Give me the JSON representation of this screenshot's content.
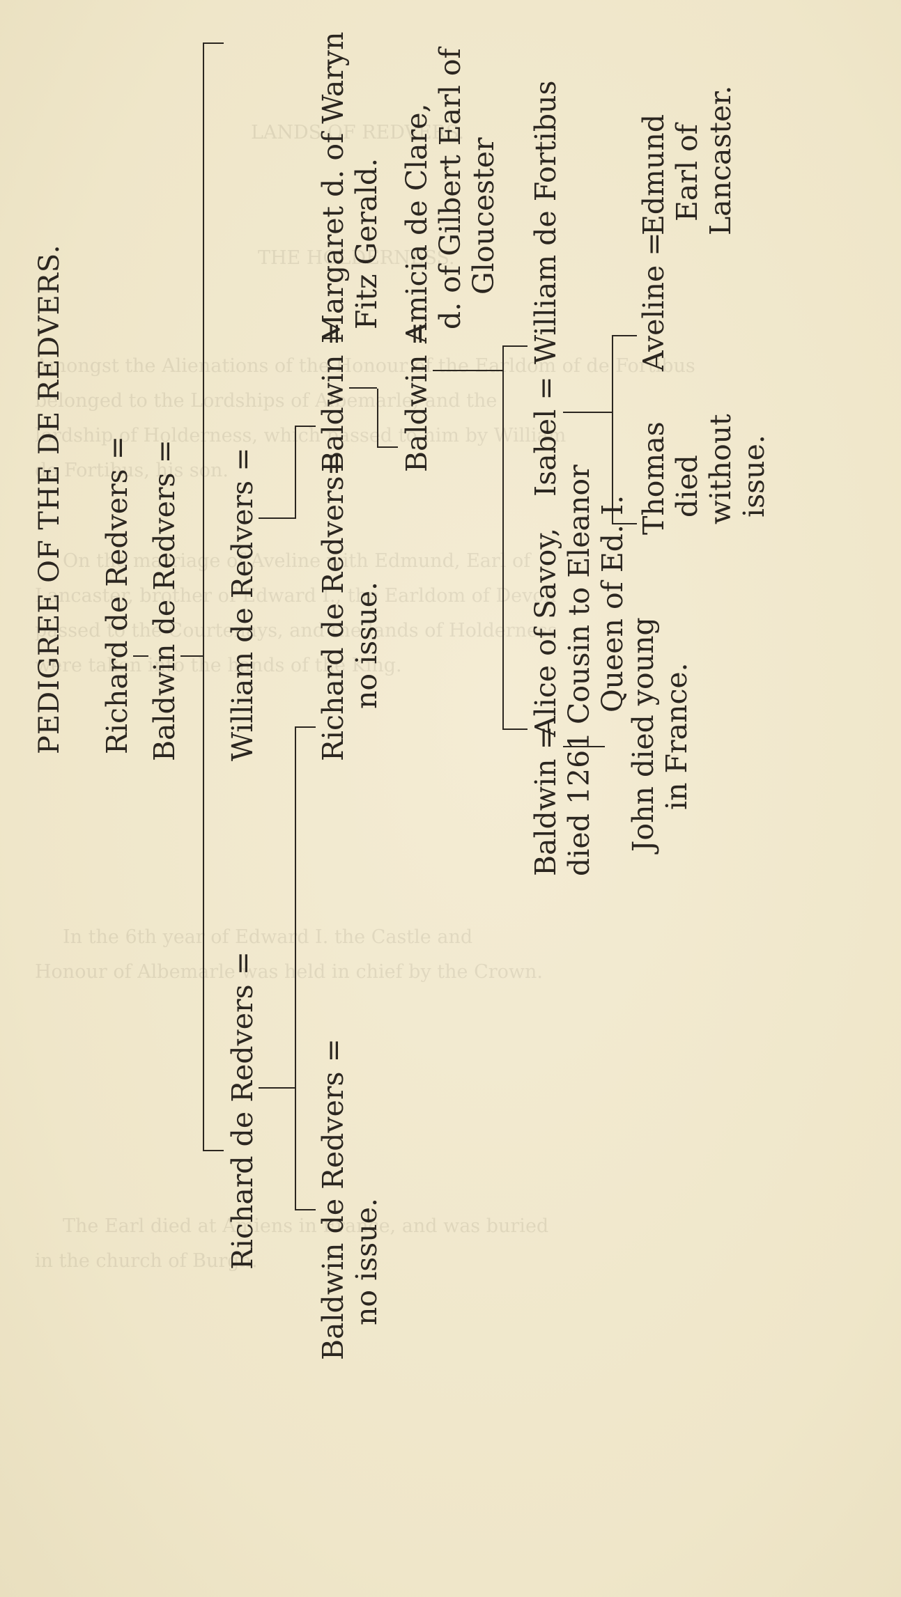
{
  "page": {
    "title": "PEDIGREE OF THE DE REDVERS.",
    "ghost_text": [
      "LANDS OF REDVERS.",
      "THE HOLDERNESS.",
      "Amongst the Alienations of the Honour of the Earldom of de Fortibus",
      "belonged to the Lordships of Albemarle, and the",
      "lordship of Holderness, which passed to him by William",
      "de Fortibus, his son.",
      "On the marriage of Aveline with Edmund, Earl of",
      "Lancaster, brother of Edward I., the Earldom of Devon",
      "passed to the Courtenays, and the lands of Holderness",
      "were taken into the hands of the King.",
      "In the 6th year of Edward I. the Castle and",
      "Honour of Albemarle was held in chief by the Crown.",
      "The Earl died at Amiens in France, and was buried",
      "in the church of Burgh."
    ]
  },
  "pedigree": {
    "gen1": "Richard de Redvers =",
    "gen2": "Baldwin de Redvers =",
    "gen3": {
      "left": "Richard de Redvers =",
      "right": "William de Redvers ="
    },
    "gen4": {
      "baldwin_a": [
        "Baldwin de Redvers =",
        "no issue."
      ],
      "richard": [
        "Richard de Redvers=",
        "no issue."
      ],
      "baldwin_b": "Baldwin =",
      "margaret": [
        "Margaret d. of Waryn",
        "Fitz Gerald."
      ]
    },
    "gen5": {
      "baldwin": "Baldwin =",
      "amicia": [
        "Amicia de Clare,",
        "d. of Gilbert Earl of",
        "Gloucester"
      ]
    },
    "gen6": {
      "baldwin": [
        "Baldwin =",
        "died 1261"
      ],
      "alice": [
        "Alice of Savoy,",
        "Cousin to Eleanor",
        "Queen of Ed. I."
      ],
      "isabel": "Isabel =",
      "william": "William de Fortibus"
    },
    "gen7": {
      "john": [
        "John died young",
        "in France."
      ],
      "thomas": [
        "Thomas",
        "died",
        "without",
        "issue."
      ],
      "aveline": "Aveline =",
      "edmund": [
        "Edmund",
        "Earl of",
        "Lancaster."
      ]
    }
  }
}
